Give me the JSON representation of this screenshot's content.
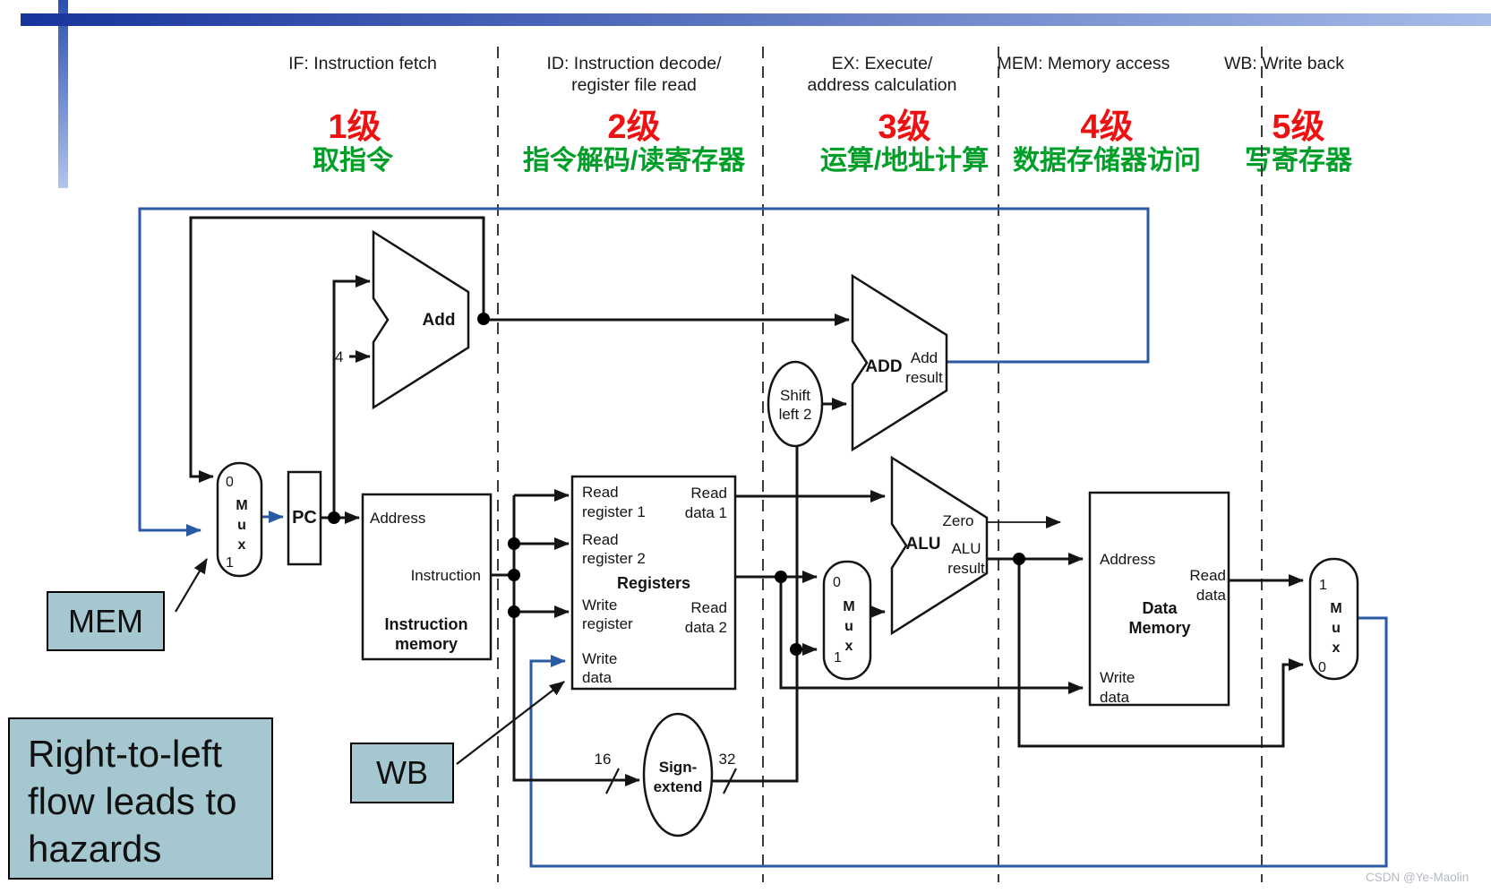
{
  "watermark": "CSDN @Ye-Maolin",
  "stages": [
    {
      "header": [
        "IF: Instruction fetch",
        ""
      ],
      "level": "1级",
      "desc": "取指令"
    },
    {
      "header": [
        "ID: Instruction decode/",
        "register file read"
      ],
      "level": "2级",
      "desc": "指令解码/读寄存器"
    },
    {
      "header": [
        "EX: Execute/",
        "address calculation"
      ],
      "level": "3级",
      "desc": "运算/地址计算"
    },
    {
      "header": [
        "MEM: Memory access",
        ""
      ],
      "level": "4级",
      "desc": "数据存储器访问"
    },
    {
      "header": [
        "WB: Write back",
        ""
      ],
      "level": "5级",
      "desc": "写寄存器"
    }
  ],
  "callouts": {
    "mem": "MEM",
    "wb": "WB",
    "hazard": [
      "Right-to-left",
      "flow leads to",
      "hazards"
    ]
  },
  "datapath": {
    "pc": "PC",
    "add": "Add",
    "four": "4",
    "imem": {
      "address": "Address",
      "instruction": "Instruction",
      "name": [
        "Instruction",
        "memory"
      ]
    },
    "regs": {
      "rr1": [
        "Read",
        "register 1"
      ],
      "rr2": [
        "Read",
        "register 2"
      ],
      "wr": [
        "Write",
        "register"
      ],
      "wd": [
        "Write",
        "data"
      ],
      "rd1": [
        "Read",
        "data 1"
      ],
      "rd2": [
        "Read",
        "data 2"
      ],
      "name": "Registers"
    },
    "signext": {
      "name": [
        "Sign-",
        "extend"
      ],
      "in_width": "16",
      "out_width": "32"
    },
    "shift": [
      "Shift",
      "left 2"
    ],
    "badd": {
      "name": "ADD",
      "result": [
        "Add",
        "result"
      ]
    },
    "alu": {
      "name": "ALU",
      "zero": "Zero",
      "result": [
        "ALU",
        "result"
      ]
    },
    "dmem": {
      "address": "Address",
      "read_data": [
        "Read",
        "data"
      ],
      "name": [
        "Data",
        "Memory"
      ],
      "write_data": [
        "Write",
        "data"
      ]
    },
    "mux_pc": {
      "in0": "0",
      "in1": "1",
      "label": [
        "M",
        "u",
        "x"
      ]
    },
    "mux_alusrc": {
      "in0": "0",
      "in1": "1",
      "label": [
        "M",
        "u",
        "x"
      ]
    },
    "mux_wb": {
      "in0": "0",
      "in1": "1",
      "label": [
        "M",
        "u",
        "x"
      ]
    }
  },
  "colors": {
    "wire_blue": "#2b5aa5",
    "stage_red": "#ee1111",
    "stage_green": "#00a028",
    "callout_fill": "#a5c7cf",
    "banner_dark": "#16349c",
    "banner_light": "#a6bbe8"
  }
}
